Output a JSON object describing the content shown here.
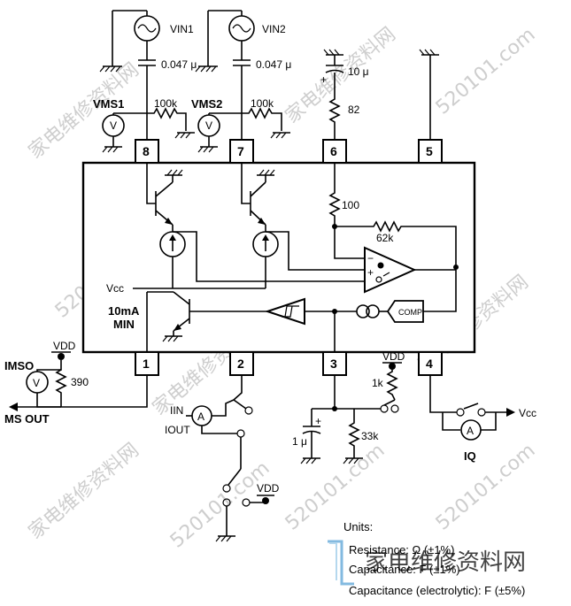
{
  "labels": {
    "vin1": "VIN1",
    "vin2": "VIN2",
    "cap1": "0.047 μ",
    "cap2": "0.047 μ",
    "cap3": "10 μ",
    "res82": "82",
    "vms1": "VMS1",
    "vms2": "VMS2",
    "r100k_1": "100k",
    "r100k_2": "100k",
    "r100": "100",
    "r62k": "62k",
    "vcc_in": "Vcc",
    "min_current": "10mA",
    "min": "MIN",
    "comp": "COMP",
    "vdd1": "VDD",
    "imso": "IMSO",
    "r390": "390",
    "ms_out": "MS OUT",
    "iin": "IIN",
    "iout": "IOUT",
    "vdd2": "VDD",
    "vdd3": "VDD",
    "r1k": "1k",
    "cap1u": "1 μ",
    "r33k": "33k",
    "vcc_out": "Vcc",
    "iq": "IQ",
    "meter_v": "V",
    "meter_a": "A"
  },
  "pins": [
    "8",
    "7",
    "6",
    "5",
    "1",
    "2",
    "3",
    "4"
  ],
  "units": {
    "title": "Units:",
    "resistance": "Resistance: Ω (±1%)",
    "capacitance": "Capacitance: F (±1%)",
    "electrolytic": "Capacitance (electrolytic): F (±5%)"
  },
  "watermarks": {
    "site": "520101.com",
    "cn": "家电维修资料网",
    "logo_cn": "家电维修资料网"
  }
}
